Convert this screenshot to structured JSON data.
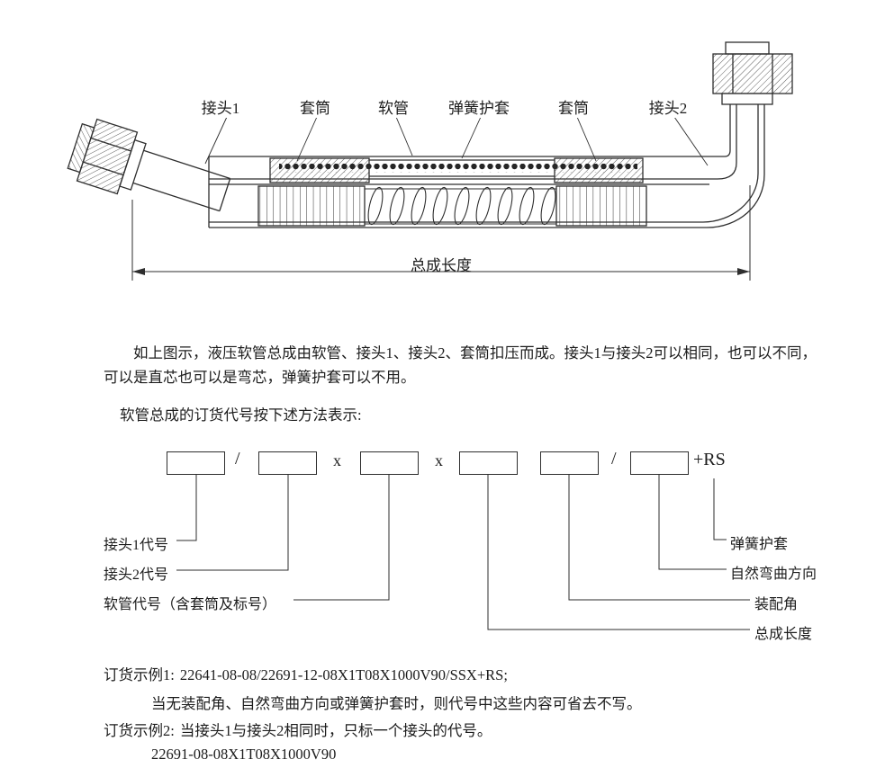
{
  "drawing": {
    "part_labels": [
      "接头1",
      "套筒",
      "软管",
      "弹簧护套",
      "套筒",
      "接头2"
    ],
    "dimension_label": "总成长度"
  },
  "description": {
    "line1": "如上图示，液压软管总成由软管、接头1、接头2、套筒扣压而成。接头1与接头2可以相同，也可以不同，",
    "line2": "可以是直芯也可以是弯芯，弹簧护套可以不用。",
    "intro": "软管总成的订货代号按下述方法表示:"
  },
  "code_diagram": {
    "separator_slash": "/",
    "separator_x": "x",
    "suffix": "+RS",
    "left_labels": [
      {
        "text": "接头1代号"
      },
      {
        "text": "接头2代号"
      },
      {
        "text": "软管代号（含套筒及标号）"
      }
    ],
    "right_labels": [
      {
        "text": "弹簧护套"
      },
      {
        "text": "自然弯曲方向"
      },
      {
        "text": "装配角"
      },
      {
        "text": "总成长度"
      }
    ]
  },
  "examples": {
    "example1_label": "订货示例1:",
    "example1_code": "22641-08-08/22691-12-08X1T08X1000V90/SSX+RS;",
    "example1_note": "当无装配角、自然弯曲方向或弹簧护套时，则代号中这些内容可省去不写。",
    "example2_label": "订货示例2:",
    "example2_text": "当接头1与接头2相同时，只标一个接头的代号。",
    "example2_code": "22691-08-08X1T08X1000V90"
  },
  "colors": {
    "ink": "#1c1c1c",
    "line": "#2e2e2e",
    "background": "#ffffff"
  }
}
